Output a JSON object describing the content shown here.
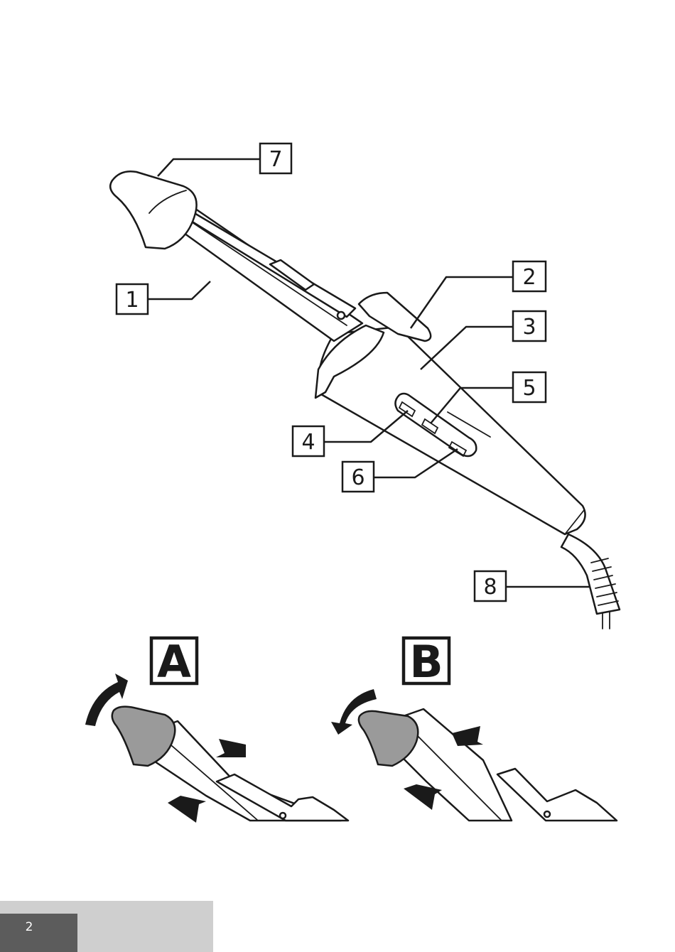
{
  "figure": {
    "callouts": [
      "1",
      "2",
      "3",
      "4",
      "5",
      "6",
      "7",
      "8"
    ]
  },
  "steps": {
    "a_label": "A",
    "b_label": "B"
  },
  "footer": {
    "page_number": "2",
    "light_color": "#cfcfcf",
    "dark_color": "#5c5c5c"
  }
}
